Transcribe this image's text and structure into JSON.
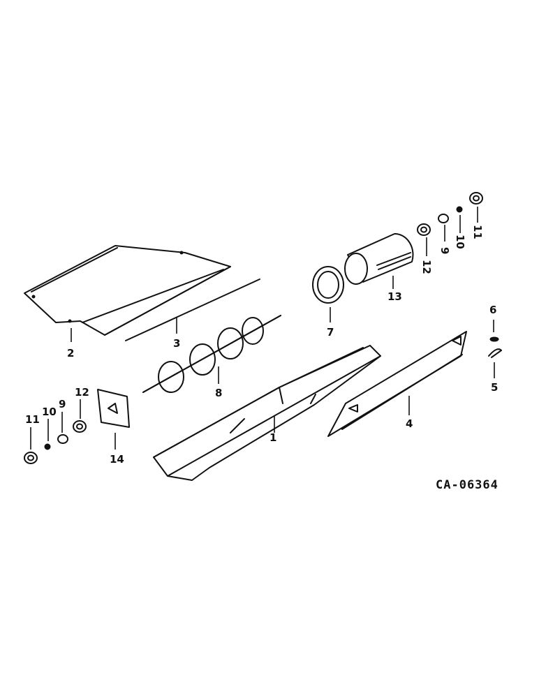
{
  "diagram_code": "CA-06364",
  "callouts": [
    {
      "id": "c1",
      "label": "1"
    },
    {
      "id": "c2",
      "label": "2"
    },
    {
      "id": "c3",
      "label": "3"
    },
    {
      "id": "c4",
      "label": "4"
    },
    {
      "id": "c5",
      "label": "5"
    },
    {
      "id": "c6",
      "label": "6"
    },
    {
      "id": "c7",
      "label": "7"
    },
    {
      "id": "c8",
      "label": "8"
    },
    {
      "id": "c9-right",
      "label": "9"
    },
    {
      "id": "c10-right",
      "label": "10"
    },
    {
      "id": "c11-right",
      "label": "11"
    },
    {
      "id": "c12-right",
      "label": "12"
    },
    {
      "id": "c13",
      "label": "13"
    },
    {
      "id": "c14",
      "label": "14"
    },
    {
      "id": "c9-left",
      "label": "9"
    },
    {
      "id": "c10-left",
      "label": "10"
    },
    {
      "id": "c11-left",
      "label": "11"
    },
    {
      "id": "c12-left",
      "label": "12"
    }
  ]
}
